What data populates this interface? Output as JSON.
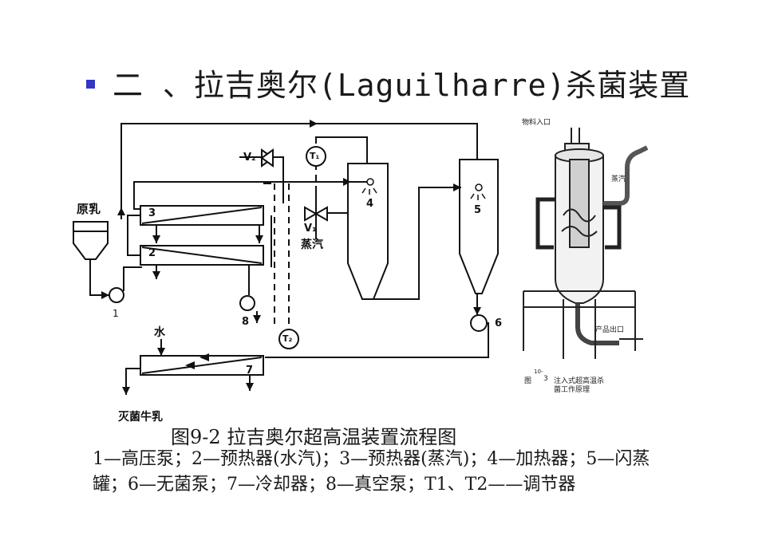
{
  "slide": {
    "title": "二 、拉吉奥尔(Laguilharre)杀菌装置",
    "caption": "图9-2   拉吉奥尔超高温装置流程图",
    "legend": "1—高压泵；2—预热器(水汽)；3—预热器(蒸汽)；4—加热器；5—闪蒸罐；6—无菌泵；7—冷却器；8—真空泵；T1、T2——调节器"
  },
  "diagram": {
    "labels": {
      "raw_milk": "原乳",
      "steam": "蒸汽",
      "water": "水",
      "sterile_milk": "灭菌牛乳",
      "n1": "1",
      "n2": "2",
      "n3": "3",
      "n4": "4",
      "n5": "5",
      "n6": "6",
      "n7": "7",
      "n8": "8",
      "v1": "V₁",
      "v2": "V₂",
      "t1": "T₁",
      "t2": "T₂"
    }
  },
  "inset": {
    "top_label": "物料入口",
    "steam_label": "蒸汽",
    "outlet_label": "产品出口",
    "fig_prefix": "图",
    "fig_super": "10-",
    "fig_num": "3",
    "fig_caption_line1": "注入式超高温杀",
    "fig_caption_line2": "菌工作原理"
  }
}
